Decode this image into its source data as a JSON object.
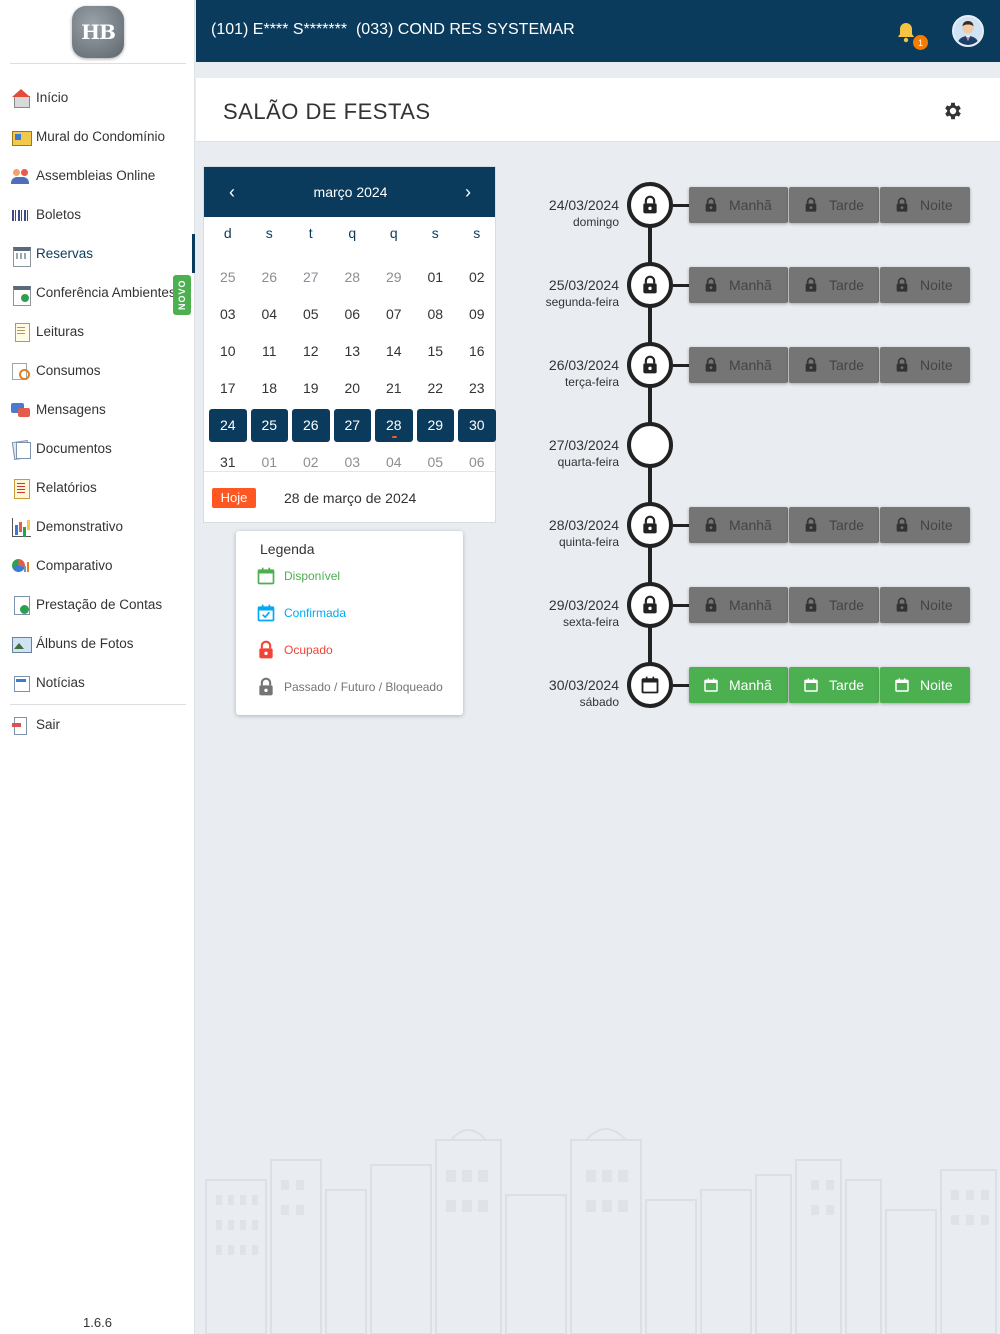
{
  "sidebar": {
    "version": "1.6.6",
    "new_badge": "NOVO",
    "items": [
      {
        "label": "Início",
        "icon": "house-icon"
      },
      {
        "label": "Mural do Condomínio",
        "icon": "board-icon"
      },
      {
        "label": "Assembleias Online",
        "icon": "people-icon"
      },
      {
        "label": "Boletos",
        "icon": "barcode-icon"
      },
      {
        "label": "Reservas",
        "icon": "calendar-icon"
      },
      {
        "label": "Conferência Ambientes",
        "icon": "calendar-check-icon"
      },
      {
        "label": "Leituras",
        "icon": "document-icon"
      },
      {
        "label": "Consumos",
        "icon": "magnifier-icon"
      },
      {
        "label": "Mensagens",
        "icon": "messages-icon"
      },
      {
        "label": "Documentos",
        "icon": "documents-icon"
      },
      {
        "label": "Relatórios",
        "icon": "list-icon"
      },
      {
        "label": "Demonstrativo",
        "icon": "chart-icon"
      },
      {
        "label": "Comparativo",
        "icon": "pie-icon"
      },
      {
        "label": "Prestação de Contas",
        "icon": "accounts-icon"
      },
      {
        "label": "Álbuns de Fotos",
        "icon": "photo-icon"
      },
      {
        "label": "Notícias",
        "icon": "news-icon"
      },
      {
        "label": "Sair",
        "icon": "exit-icon"
      }
    ]
  },
  "topbar": {
    "title": "(101) E**** S*******  (033) COND RES SYSTEMAR",
    "notification_count": "1"
  },
  "page": {
    "title": "SALÃO DE FESTAS"
  },
  "calendar": {
    "month_label": "março 2024",
    "prev": "‹",
    "next": "›",
    "weekdays": [
      "d",
      "s",
      "t",
      "q",
      "q",
      "s",
      "s"
    ],
    "weeks": [
      [
        "25",
        "26",
        "27",
        "28",
        "29",
        "01",
        "02"
      ],
      [
        "03",
        "04",
        "05",
        "06",
        "07",
        "08",
        "09"
      ],
      [
        "10",
        "11",
        "12",
        "13",
        "14",
        "15",
        "16"
      ],
      [
        "17",
        "18",
        "19",
        "20",
        "21",
        "22",
        "23"
      ],
      [
        "24",
        "25",
        "26",
        "27",
        "28",
        "29",
        "30"
      ],
      [
        "31",
        "01",
        "02",
        "03",
        "04",
        "05",
        "06"
      ]
    ],
    "today_button": "Hoje",
    "today_text": "28 de março de 2024"
  },
  "legend": {
    "title": "Legenda",
    "items": [
      {
        "label": "Disponível",
        "color": "#4caf50"
      },
      {
        "label": "Confirmada",
        "color": "#03a9f4"
      },
      {
        "label": "Ocupado",
        "color": "#f44336"
      },
      {
        "label": "Passado / Futuro / Bloqueado",
        "color": "#757575"
      }
    ]
  },
  "colors": {
    "primary": "#0b3b5c",
    "accent": "#ff5722",
    "available": "#4caf50",
    "locked": "#757575"
  },
  "timeline": [
    {
      "date": "24/03/2024",
      "weekday": "domingo",
      "status": "locked",
      "slots": [
        "Manhã",
        "Tarde",
        "Noite"
      ]
    },
    {
      "date": "25/03/2024",
      "weekday": "segunda-feira",
      "status": "locked",
      "slots": [
        "Manhã",
        "Tarde",
        "Noite"
      ]
    },
    {
      "date": "26/03/2024",
      "weekday": "terça-feira",
      "status": "locked",
      "slots": [
        "Manhã",
        "Tarde",
        "Noite"
      ]
    },
    {
      "date": "27/03/2024",
      "weekday": "quarta-feira",
      "status": "empty",
      "slots": []
    },
    {
      "date": "28/03/2024",
      "weekday": "quinta-feira",
      "status": "locked",
      "slots": [
        "Manhã",
        "Tarde",
        "Noite"
      ]
    },
    {
      "date": "29/03/2024",
      "weekday": "sexta-feira",
      "status": "locked",
      "slots": [
        "Manhã",
        "Tarde",
        "Noite"
      ]
    },
    {
      "date": "30/03/2024",
      "weekday": "sábado",
      "status": "available",
      "slots": [
        "Manhã",
        "Tarde",
        "Noite"
      ]
    }
  ]
}
